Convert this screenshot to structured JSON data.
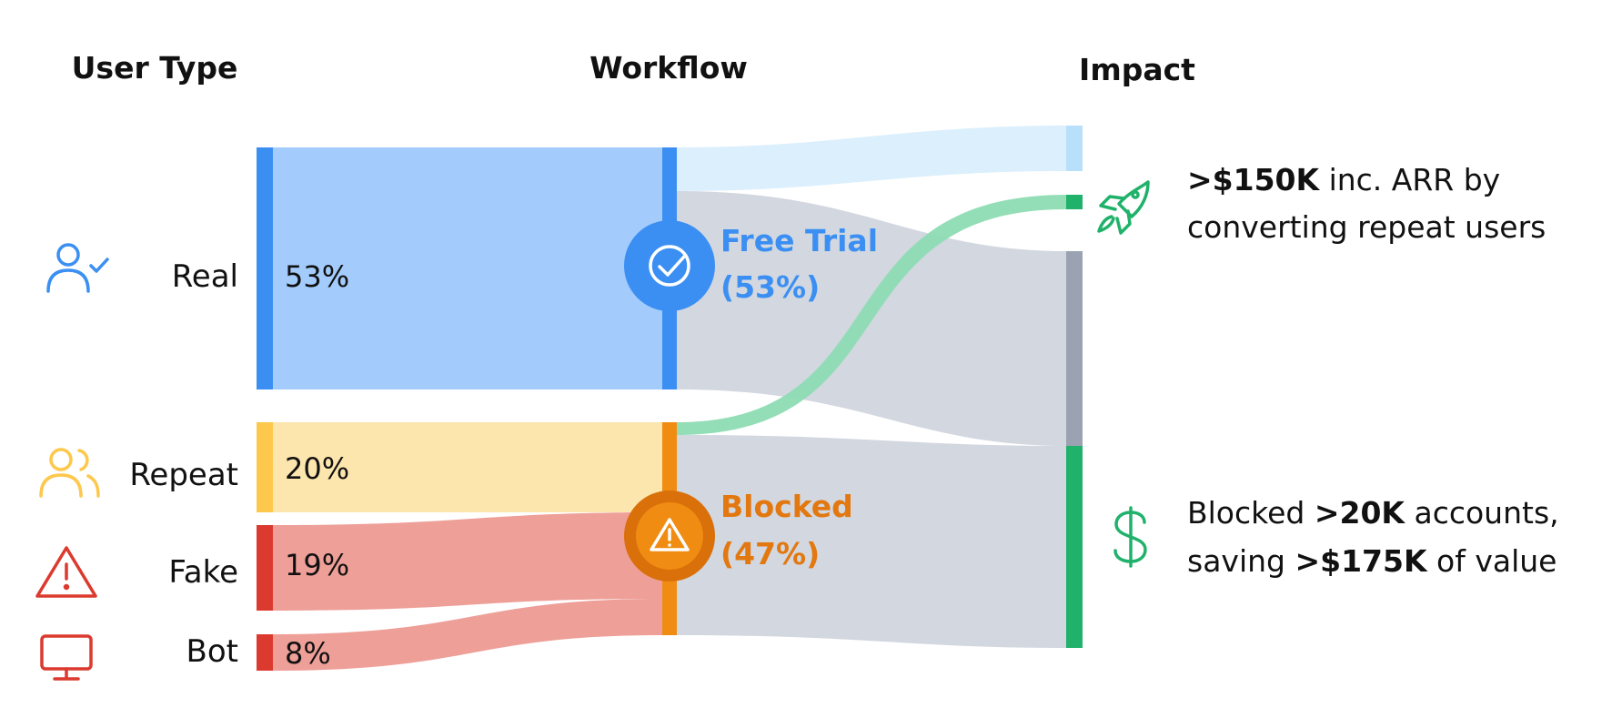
{
  "headers": {
    "user_type": "User Type",
    "workflow": "Workflow",
    "impact": "Impact"
  },
  "colors": {
    "real": "#3b8ff3",
    "real_light": "#a3cbfb",
    "repeat": "#fdc84c",
    "repeat_light": "#fde5ae",
    "fake": "#dc3a2e",
    "fake_light": "#ee9f98",
    "blocked": "#f08c12",
    "blocked_dark": "#d9700a",
    "impact_green": "#20b26a",
    "flow_gray": "#d0d5de",
    "bar_gray": "#9ba3b2",
    "light_blue": "#dbeffd",
    "green_flow": "#8ddcb3"
  },
  "users": [
    {
      "key": "real",
      "label": "Real",
      "pct": "53%",
      "icon": "user-check-icon"
    },
    {
      "key": "repeat",
      "label": "Repeat",
      "pct": "20%",
      "icon": "users-icon"
    },
    {
      "key": "fake",
      "label": "Fake",
      "pct": "19%",
      "icon": "warning-triangle-icon"
    },
    {
      "key": "bot",
      "label": "Bot",
      "pct": "8%",
      "icon": "monitor-icon"
    }
  ],
  "workflow": [
    {
      "key": "free_trial",
      "line1": "Free Trial",
      "line2": "(53%)",
      "icon": "check-circle-icon"
    },
    {
      "key": "blocked",
      "line1": "Blocked",
      "line2": "(47%)",
      "icon": "alert-triangle-icon"
    }
  ],
  "impact": [
    {
      "key": "arr",
      "icon": "rocket-icon",
      "line1": {
        "bold": ">$150K",
        "rest": " inc. ARR by"
      },
      "line2": "converting repeat users"
    },
    {
      "key": "saved",
      "icon": "dollar-icon",
      "line1": {
        "pre": "Blocked ",
        "bold": ">20K",
        "rest": " accounts,"
      },
      "line2": {
        "pre": "saving ",
        "bold": ">$175K",
        "rest": " of value"
      }
    }
  ]
}
